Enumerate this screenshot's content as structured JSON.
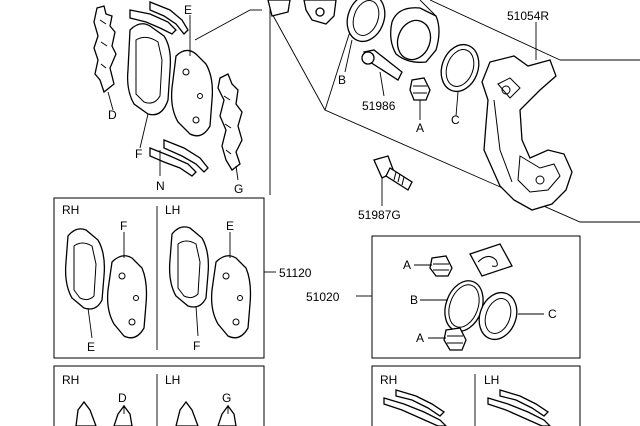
{
  "diagram": {
    "top": {
      "partnum_top_cut": "",
      "partnum_caliper": "51054R",
      "partnum_guide_pin": "51986",
      "partnum_bolt": "51987G",
      "letters": {
        "E": "E",
        "D": "D",
        "F": "F",
        "N": "N",
        "G": "G",
        "B": "B",
        "A": "A",
        "C": "C"
      }
    },
    "pad_kit": {
      "partnum": "51120",
      "rh": "RH",
      "lh": "LH",
      "rh_top_letter": "F",
      "rh_bottom_letter": "E",
      "lh_top_letter": "E",
      "lh_bottom_letter": "F"
    },
    "seal_kit": {
      "partnum": "51020",
      "labels": {
        "a1": "A",
        "b": "B",
        "c": "C",
        "a2": "A"
      }
    },
    "shim_kit": {
      "rh": "RH",
      "lh": "LH",
      "rh_letter": "D",
      "lh_letter": "G"
    },
    "clip_kit": {
      "rh": "RH",
      "lh": "LH"
    }
  }
}
